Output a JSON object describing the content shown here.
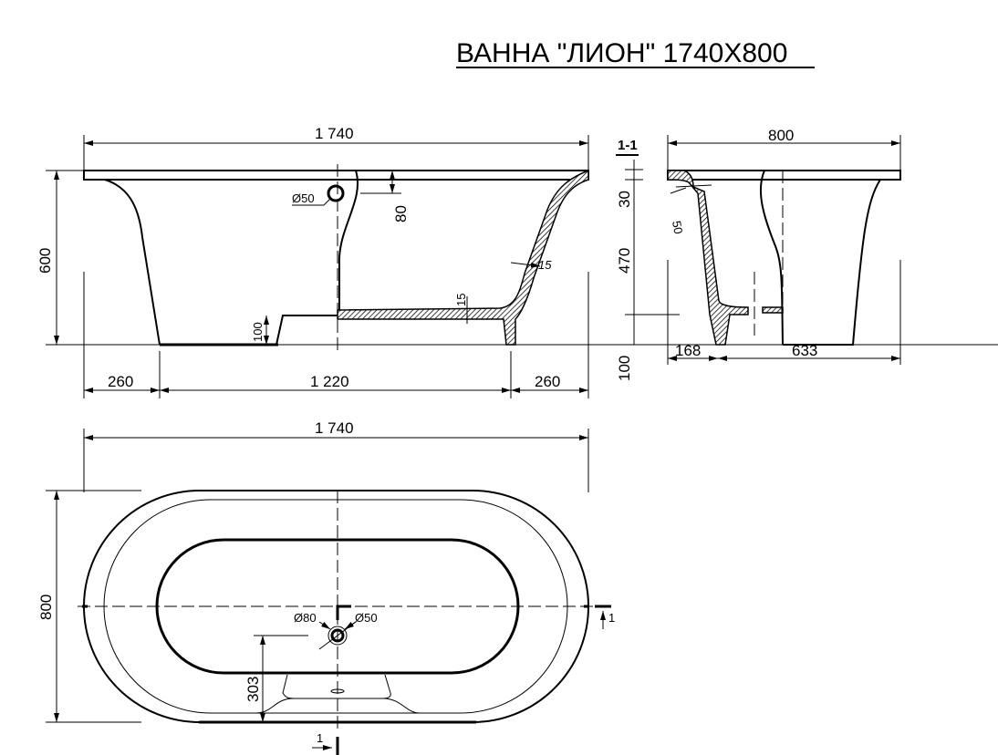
{
  "title": "ВАННА \"ЛИОН\"  1740X800",
  "front_view": {
    "overall_length": "1 740",
    "height": "600",
    "overflow_diameter": "Ø50",
    "overflow_offset": "80",
    "wall_thickness": "15",
    "floor_thickness": "15",
    "step_height": "100",
    "left_overhang": "260",
    "base_length": "1 220",
    "right_overhang": "260"
  },
  "section_view": {
    "label": "1-1",
    "width": "800",
    "rim_height": "30",
    "rim_radius": "50",
    "depth": "470",
    "base_height": "100",
    "offset_left": "168",
    "offset_right": "633"
  },
  "plan_view": {
    "overall_length": "1 740",
    "width": "800",
    "drain_outer": "Ø80",
    "drain_inner": "Ø50",
    "drain_offset": "303",
    "section_mark_right": "1",
    "section_mark_bottom": "1"
  }
}
